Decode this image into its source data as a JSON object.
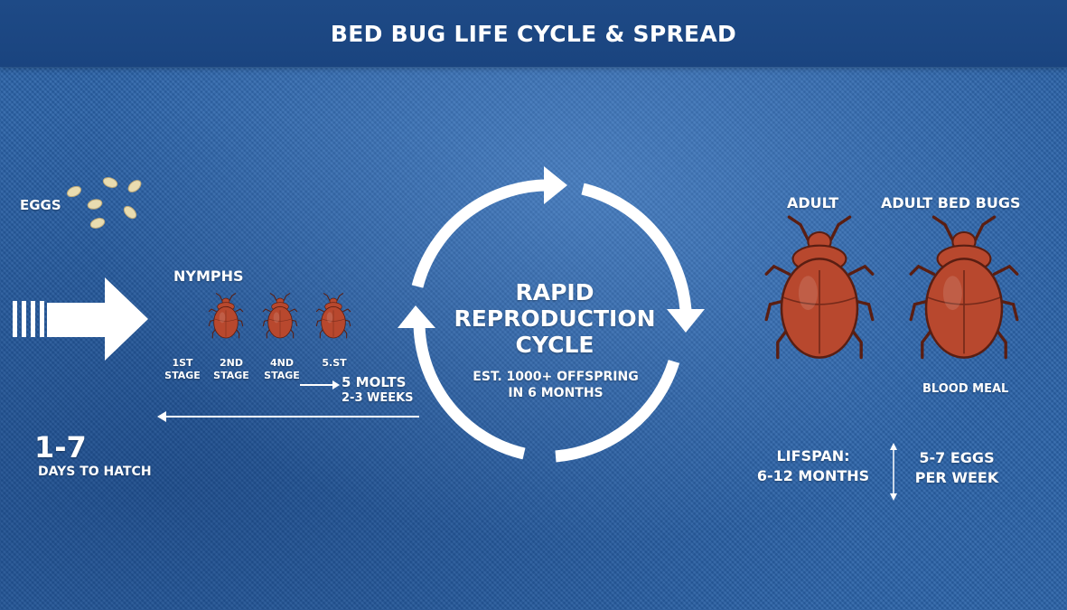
{
  "header": {
    "title": "BED BUG LIFE CYCLE & SPREAD"
  },
  "eggs": {
    "label": "EGGS"
  },
  "nymphs": {
    "label": "NYMPHS",
    "stages": [
      {
        "line1": "1ST",
        "line2": "STAGE"
      },
      {
        "line1": "2ND",
        "line2": "STAGE"
      },
      {
        "line1": "4ND",
        "line2": "STAGE"
      },
      {
        "line1": "5.ST",
        "line2": ""
      }
    ],
    "molts": "5 MOLTS",
    "weeks": "2-3 WEEKS"
  },
  "hatch": {
    "value": "1-7",
    "label": "DAYS TO HATCH"
  },
  "cycle": {
    "line1": "RAPID",
    "line2": "REPRODUCTION",
    "line3": "CYCLE",
    "sub1": "EST. 1000+ OFFSPRING",
    "sub2": "IN 6 MONTHS"
  },
  "adults": {
    "adult_label": "ADULT",
    "adult_bedbugs_label": "ADULT BED BUGS",
    "blood_meal": "BLOOD MEAL"
  },
  "stats": {
    "lifespan_label": "LIFSPAN:",
    "lifespan_value": "6-12 MONTHS",
    "eggs_line1": "5-7 EGGS",
    "eggs_line2": "PER WEEK"
  },
  "colors": {
    "header": "#1c4682",
    "background": "#2a62a8",
    "bug_body": "#b8482e",
    "bug_dark": "#5a1e12",
    "egg": "#e9dcb0"
  }
}
